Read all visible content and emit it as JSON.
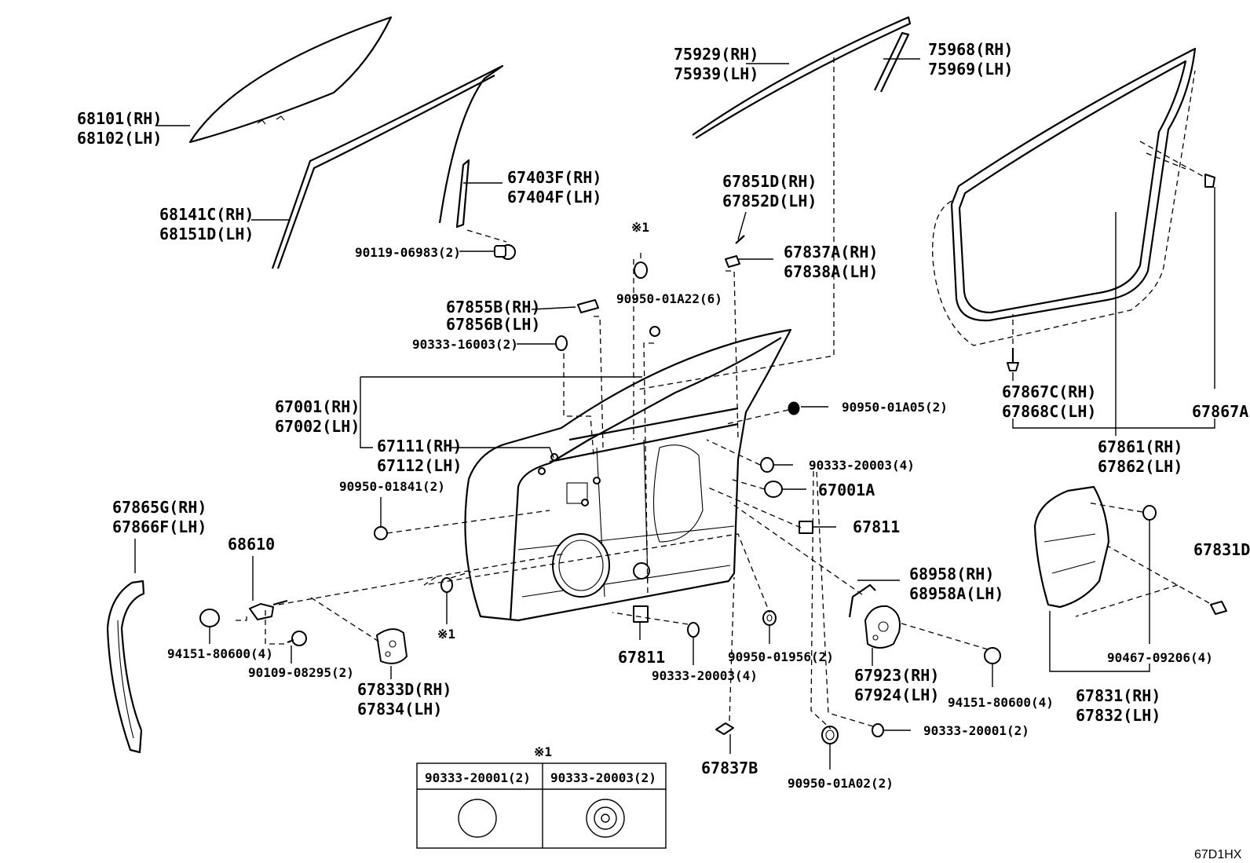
{
  "diagram_code": "67D1HX",
  "labels": {
    "glass": [
      "68101(RH)",
      "68102(LH)"
    ],
    "glass_run": [
      "68141C(RH)",
      "68151D(LH)"
    ],
    "frame_sash": [
      "67403F(RH)",
      "67404F(LH)"
    ],
    "bolt_90119": "90119-06983(2)",
    "moulding_outer": [
      "75929(RH)",
      "75939(LH)"
    ],
    "moulding_rear": [
      "75968(RH)",
      "75969(LH)"
    ],
    "check_67851": [
      "67851D(RH)",
      "67852D(LH)"
    ],
    "clip_67837": [
      "67837A(RH)",
      "67838A(LH)"
    ],
    "note_ref_top": "※1",
    "plug_90950_01a22": "90950-01A22(6)",
    "bracket_67855": [
      "67855B(RH)",
      "67856B(LH)"
    ],
    "hole_plug_90333_16003": "90333-16003(2)",
    "door_panel": [
      "67001(RH)",
      "67002(LH)"
    ],
    "outer_panel": [
      "67111(RH)",
      "67112(LH)"
    ],
    "plug_90950_01a05": "90950-01A05(2)",
    "plug_90333_20003_4_right": "90333-20003(4)",
    "cushion_67001a": "67001A",
    "seal_67811_right": "67811",
    "plug_90950_01841": "90950-01841(2)",
    "weatherstrip_body": [
      "67865G(RH)",
      "67866F(LH)"
    ],
    "hinge_68610": "68610",
    "nut_94151_left": "94151-80600(4)",
    "bolt_90109": "90109-08295(2)",
    "service_hole_cover": [
      "67833D(RH)",
      "67834(LH)"
    ],
    "note_ref_lower": "※1",
    "seal_67811_lower": "67811",
    "plug_90333_20003_4_lower": "90333-20003(4)",
    "plug_90950_01956": "90950-01956(2)",
    "door_check": [
      "68958(RH)",
      "68958A(LH)"
    ],
    "lock_67923": [
      "67923(RH)",
      "67924(LH)"
    ],
    "nut_94151_right": "94151-80600(4)",
    "clip_67837b": "67837B",
    "plug_90950_01a02": "90950-01A02(2)",
    "plug_90333_20001_2": "90333-20001(2)",
    "clip_67867c": [
      "67867C(RH)",
      "67868C(LH)"
    ],
    "clip_67867a": "67867A",
    "weatherstrip_door": [
      "67861(RH)",
      "67862(LH)"
    ],
    "bracket_67831d": "67831D",
    "rivet_90467": "90467-09206(4)",
    "trim_67831": [
      "67831(RH)",
      "67832(LH)"
    ]
  },
  "legend": {
    "title": "※1",
    "col1": "90333-20001(2)",
    "col2": "90333-20003(2)"
  }
}
